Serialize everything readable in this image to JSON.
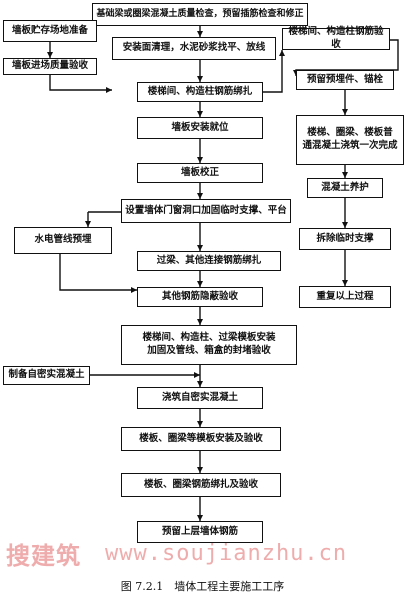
{
  "diagram": {
    "nodes": {
      "n1": "基础梁或圈梁混凝土质量检查，预留插筋检查和修正",
      "n2": "墙板贮存场地准备",
      "n3": "墙板进场质量验收",
      "n4": "安装面清理，水泥砂浆找平、放线",
      "n5": "楼梯间、构造柱钢筋绑扎",
      "n6": "墙板安装就位",
      "n7": "墙板校正",
      "n8": "设置墙体门窗洞口加固临时支撑、平台",
      "n9": "水电管线预埋",
      "n10": "过梁、其他连接钢筋绑扎",
      "n11": "其他钢筋隐蔽验收",
      "n12": "楼梯间、构造柱、过梁模板安装\n加固及管线、箱盒的封堵验收",
      "n13": "制备自密实混凝土",
      "n14": "浇筑自密实混凝土",
      "n15": "楼板、圈梁等模板安装及验收",
      "n16": "楼板、圈梁钢筋绑扎及验收",
      "n17": "预留上层墙体钢筋",
      "r1": "楼梯间、构造柱钢筋验收",
      "r2": "预留预埋件、锚栓",
      "r3": "楼梯、圈梁、楼板普\n通混凝土浇筑一次完成",
      "r4": "混凝土养护",
      "r5": "拆除临时支撑",
      "r6": "重复以上过程"
    }
  },
  "watermark": {
    "chinese": "搜建筑",
    "url": "www.soujianzhu.cn"
  },
  "caption": "图 7.2.1　墙体工程主要施工工序"
}
